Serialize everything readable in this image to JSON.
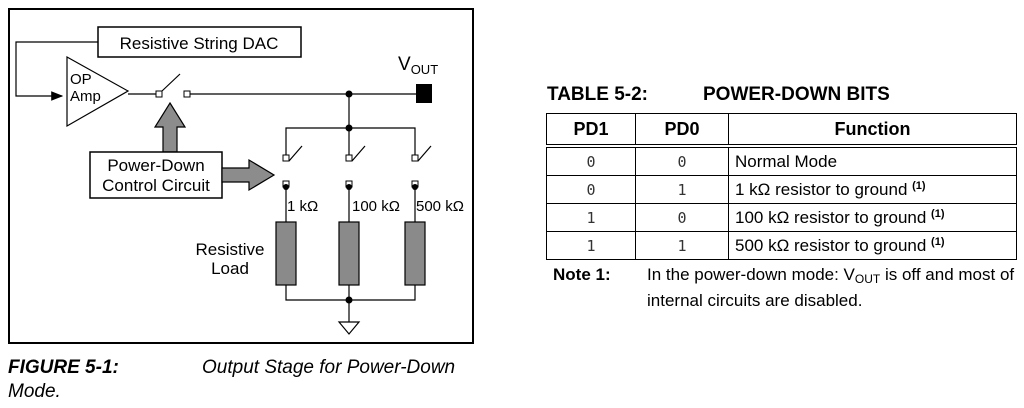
{
  "figure": {
    "labels": {
      "dac": "Resistive String DAC",
      "vout_main": "V",
      "vout_sub": "OUT",
      "op": "OP",
      "amp": "Amp",
      "pd_line1": "Power-Down",
      "pd_line2": "Control Circuit",
      "res_load1": "Resistive",
      "res_load2": "Load",
      "r1": "1 kΩ",
      "r2": "100 kΩ",
      "r3": "500 kΩ"
    },
    "caption_number": "FIGURE 5-1:",
    "caption_text": "Output Stage for Power-Down Mode."
  },
  "table": {
    "number": "TABLE 5-2:",
    "title": "POWER-DOWN BITS",
    "headers": [
      "PD1",
      "PD0",
      "Function"
    ],
    "rows": [
      {
        "pd1": "0",
        "pd0": "0",
        "function": "Normal Mode",
        "ref": ""
      },
      {
        "pd1": "0",
        "pd0": "1",
        "function": "1 kΩ resistor to ground",
        "ref": "(1)"
      },
      {
        "pd1": "1",
        "pd0": "0",
        "function": "100 kΩ resistor to ground",
        "ref": "(1)"
      },
      {
        "pd1": "1",
        "pd0": "1",
        "function": "500 kΩ resistor to ground",
        "ref": "(1)"
      }
    ]
  },
  "note": {
    "label": "Note 1:",
    "text_before": "In the power-down mode: V",
    "text_sub": "OUT",
    "text_after": " is off and most of internal circuits are disabled."
  }
}
